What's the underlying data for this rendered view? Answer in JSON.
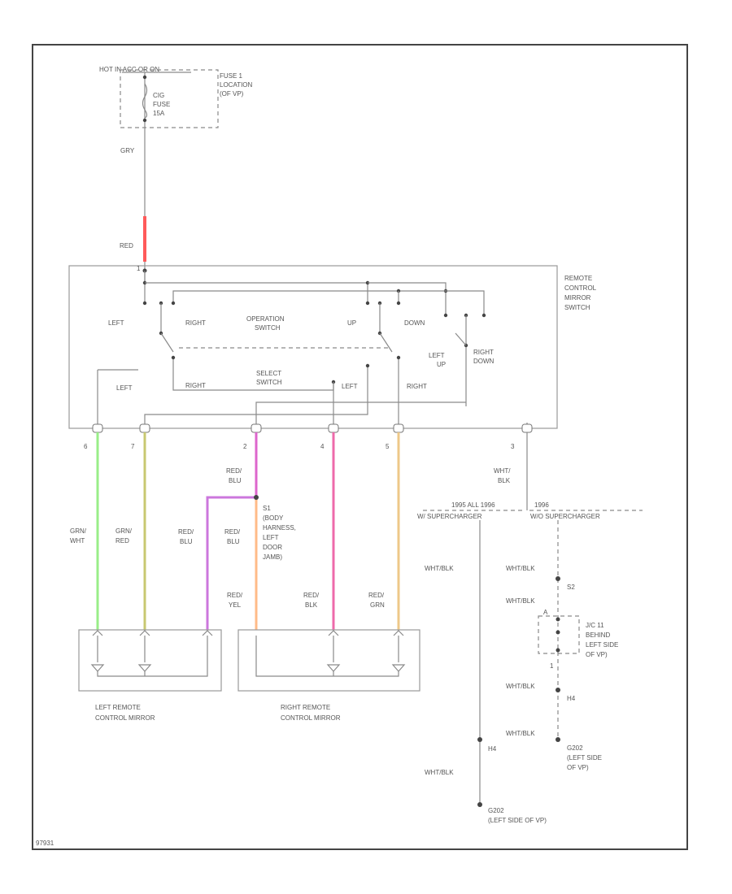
{
  "fuse": {
    "hot_label": "HOT IN ACC OR ON",
    "fuse_lines": [
      "CIG",
      "FUSE",
      "15A"
    ],
    "location_lines": [
      "FUSE 1",
      "LOCATION",
      "(OF VP)"
    ]
  },
  "wires": {
    "gry": "GRY",
    "red_top": "RED",
    "red_blu_switch": [
      "RED/",
      "BLU"
    ],
    "grn_wht": [
      "GRN/",
      "WHT"
    ],
    "grn_red": [
      "GRN/",
      "RED"
    ],
    "red_blu_left": [
      "RED/",
      "BLU"
    ],
    "red_blu_mid": [
      "RED/",
      "BLU"
    ],
    "red_yel": [
      "RED/",
      "YEL"
    ],
    "red_blk": [
      "RED/",
      "BLK"
    ],
    "red_grn": [
      "RED/",
      "GRN"
    ],
    "wht_blk_switch": [
      "WHT/",
      "BLK"
    ]
  },
  "switch": {
    "name_lines": [
      "REMOTE",
      "CONTROL",
      "MIRROR",
      "SWITCH"
    ],
    "labels": {
      "left_top": "LEFT",
      "right_top": "RIGHT",
      "operation": [
        "OPERATION",
        "SWITCH"
      ],
      "up": "UP",
      "down": "DOWN",
      "left_up": [
        "LEFT",
        "UP"
      ],
      "right_down": [
        "RIGHT",
        "DOWN"
      ],
      "left_bottom": "LEFT",
      "right_bottom": "RIGHT",
      "select": [
        "SELECT",
        "SWITCH"
      ],
      "left_sel": "LEFT",
      "right_sel": "RIGHT"
    },
    "pins": [
      "6",
      "7",
      "2",
      "4",
      "5",
      "3"
    ],
    "top_pin": "1"
  },
  "splice": {
    "name": "S1",
    "lines": [
      "(BODY",
      "HARNESS,",
      "LEFT",
      "DOOR",
      "JAMB)"
    ]
  },
  "branches": {
    "line1": "1995 ALL 1996",
    "line2": "W/ SUPERCHARGER",
    "line3": "1996",
    "line4": "W/O SUPERCHARGER"
  },
  "ground_path": {
    "wht_blk_left": "WHT/BLK",
    "wht_blk_a": "WHT/BLK",
    "wht_blk_b": "WHT/BLK",
    "wht_blk_c": "WHT/BLK",
    "wht_blk_d": "WHT/BLK",
    "wht_blk_e": "WHT/BLK",
    "s2": "S2",
    "connector_lines": [
      "J/C 11",
      "BEHIND",
      "LEFT SIDE",
      "OF VP)"
    ],
    "connector_pin_a": "A",
    "connector_pin_b": "1",
    "h4_right": "H4",
    "h4_left": "H4",
    "g202_right": [
      "G202",
      "(LEFT SIDE",
      "OF VP)"
    ],
    "g202_left": [
      "G202",
      "(LEFT SIDE OF VP)"
    ]
  },
  "mirrors": {
    "left": [
      "LEFT REMOTE",
      "CONTROL MIRROR"
    ],
    "right": [
      "RIGHT REMOTE",
      "CONTROL MIRROR"
    ]
  },
  "footer_code": "97931",
  "colors": {
    "red": "#ff5a5a",
    "green": "#99ee88",
    "olive": "#c8c870",
    "magenta": "#dd66cc",
    "pink": "#ee6aaa",
    "orange": "#ffbb88",
    "tan": "#eec888",
    "violet": "#cc77dd"
  }
}
